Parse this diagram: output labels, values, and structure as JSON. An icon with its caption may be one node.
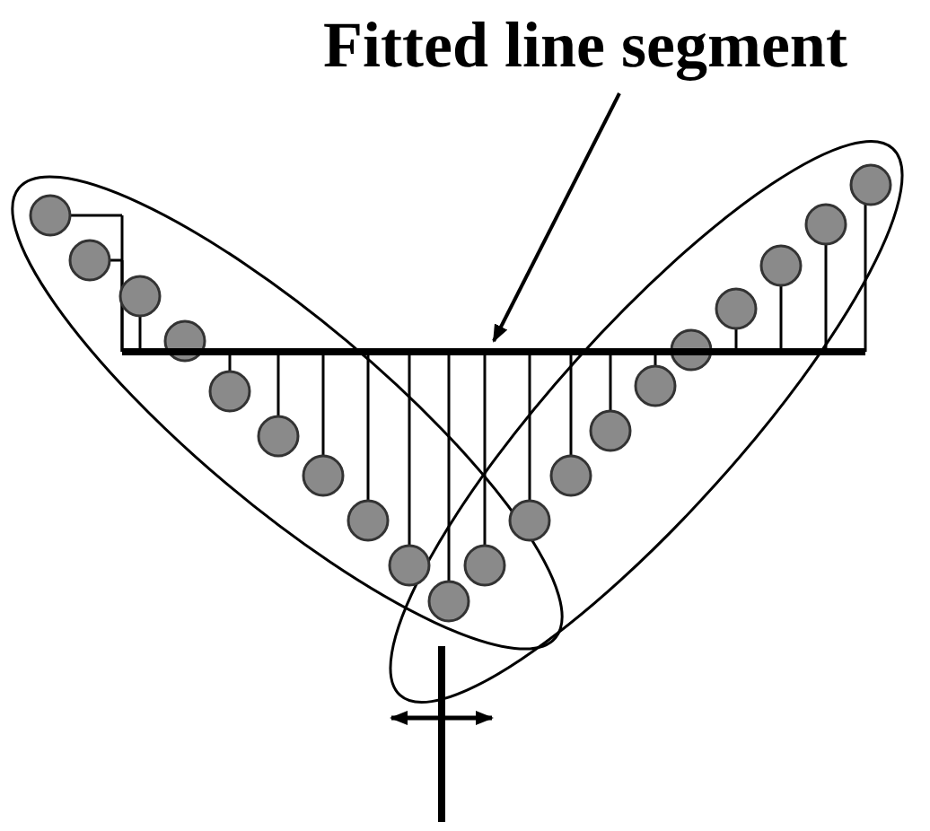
{
  "diagram": {
    "nodes": [
      {
        "text": [
          "Fitted line segment"
        ]
      },
      {
        "text": [],
        "shape": "bar"
      }
    ],
    "edges": [
      {
        "from": 0,
        "to": 1,
        "arrow": "to"
      }
    ]
  }
}
